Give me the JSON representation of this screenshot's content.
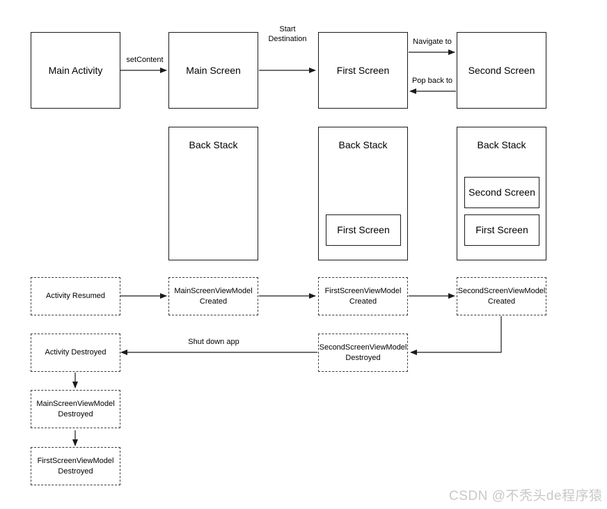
{
  "diagram": {
    "title": "Android Compose Navigation ViewModel lifecycle flow",
    "watermark": "CSDN @不秃头de程序猿",
    "colors": {
      "solid_border": "#1a1a1a",
      "dashed_border": "#3a3a3a",
      "background": "#ffffff",
      "text": "#000000",
      "watermark": "#c8c8c8"
    },
    "screens": [
      {
        "id": "main-activity",
        "label": "Main Activity",
        "style": "solid"
      },
      {
        "id": "main-screen",
        "label": "Main Screen",
        "style": "solid"
      },
      {
        "id": "first-screen",
        "label": "First Screen",
        "style": "solid"
      },
      {
        "id": "second-screen",
        "label": "Second Screen",
        "style": "solid"
      }
    ],
    "back_stacks": [
      {
        "id": "back-stack-1",
        "title": "Back Stack",
        "items": []
      },
      {
        "id": "back-stack-2",
        "title": "Back Stack",
        "items": [
          {
            "label": "First Screen"
          }
        ]
      },
      {
        "id": "back-stack-3",
        "title": "Back Stack",
        "items": [
          {
            "label": "Second Screen"
          },
          {
            "label": "First Screen"
          }
        ]
      }
    ],
    "lifecycle_created": [
      {
        "id": "activity-resumed",
        "line1": "Activity Resumed",
        "line2": ""
      },
      {
        "id": "mainscreenviewmodel-created",
        "line1": "MainScreenViewModel",
        "line2": "Created"
      },
      {
        "id": "firstscreenviewmodel-created",
        "line1": "FirstScreenViewModel",
        "line2": "Created"
      },
      {
        "id": "secondscreenviewmodel-created",
        "line1": "SecondScreenViewModel",
        "line2": "Created"
      }
    ],
    "lifecycle_destroyed": [
      {
        "id": "activity-destroyed",
        "line1": "Activity Destroyed",
        "line2": ""
      },
      {
        "id": "secondscreenviewmodel-destroyed",
        "line1": "SecondScreenViewModel",
        "line2": "Destroyed"
      },
      {
        "id": "mainscreenviewmodel-destroyed",
        "line1": "MainScreenViewModel",
        "line2": "Destroyed"
      },
      {
        "id": "firstscreenviewmodel-destroyed",
        "line1": "FirstScreenViewModel",
        "line2": "Destroyed"
      }
    ],
    "edge_labels": {
      "set_content": "setContent",
      "start_destination_line1": "Start",
      "start_destination_line2": "Destination",
      "navigate_to": "Navigate to",
      "pop_back_to": "Pop back to",
      "shut_down_app": "Shut down app"
    }
  }
}
